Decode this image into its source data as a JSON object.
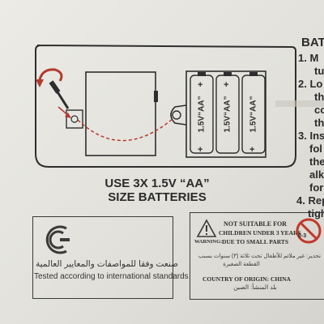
{
  "diagram": {
    "caption_line1": "USE 3X 1.5V “AA”",
    "caption_line2": "SIZE BATTERIES",
    "battery_label": "1.5V“AA”"
  },
  "instructions": {
    "heading": "BAT",
    "lines": [
      "1. M",
      "tu",
      "2. Lo",
      "th",
      "co",
      "th",
      "3. Ins",
      "fol",
      "the",
      "alk",
      "for",
      "4. Rep",
      "tigh"
    ]
  },
  "certification": {
    "arabic": "صنعت وفقا للمواصفات والمعايير العالمية",
    "english": "Tested according to international standards"
  },
  "warning": {
    "label": "WARNING:",
    "line1": "NOT SUITABLE FOR",
    "line2": "CHILDREN UNDER 3 YEARS",
    "line3": "DUE TO SMALL PARTS",
    "age_badge": "0-3",
    "arabic1": "تحذير: غير ملائم للأطفال تحت ثلاثة (٣) سنوات بسبب",
    "arabic2": "القطعة الصغيرة",
    "origin": "COUNTRY OF ORIGIN: CHINA",
    "origin_ar": "بلد المنشأ: الصين"
  }
}
